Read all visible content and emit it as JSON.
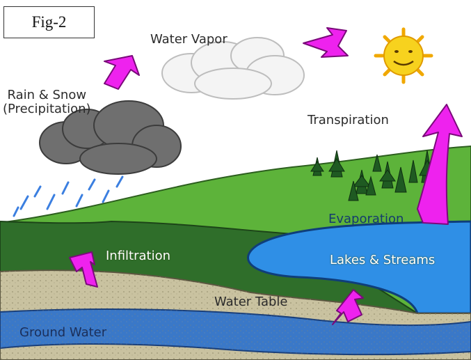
{
  "figure": {
    "label": "Fig-2"
  },
  "labels": {
    "water_vapor": "Water Vapor",
    "rain_snow": "Rain & Snow",
    "precipitation": "(Precipitation)",
    "transpiration": "Transpiration",
    "evaporation": "Evaporation",
    "infiltration": "Infiltration",
    "lakes_streams": "Lakes & Streams",
    "water_table": "Water Table",
    "ground_water": "Ground Water"
  },
  "colors": {
    "sky": "#ffffff",
    "hill_light": "#5db33a",
    "hill_dark": "#2f6e2a",
    "lake": "#2f8fe6",
    "sand": "#c9c2a0",
    "ground_water": "#3a78c8",
    "arrow": "#ee22ee",
    "sun": "#f7c81e",
    "cloud_white": "#f2f2f2",
    "cloud_gray": "#6e6e6e",
    "rain": "#3b7fe0",
    "tree": "#1f5a22"
  },
  "icons": [
    "sun-icon",
    "cloud-icon",
    "rain-cloud-icon",
    "tree-icon",
    "arrow-icon"
  ]
}
